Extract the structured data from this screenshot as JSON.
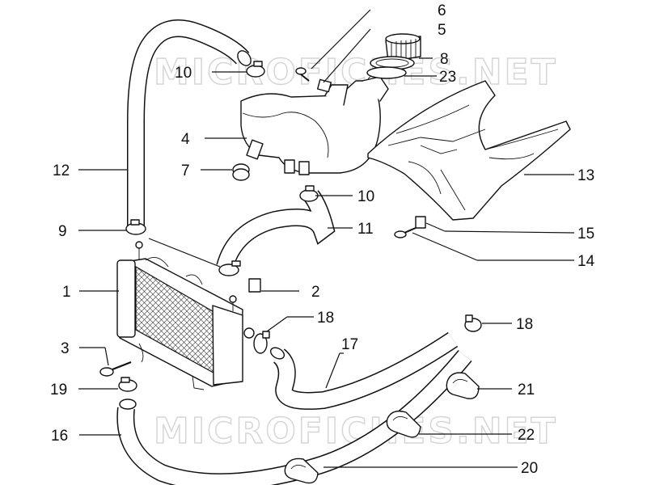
{
  "watermark": {
    "top": "MICROFICHES.NET",
    "bottom": "MICROFICHES.NET"
  },
  "callouts": [
    {
      "id": "1",
      "part": "radiator"
    },
    {
      "id": "2",
      "part": "clip"
    },
    {
      "id": "3",
      "part": "screw"
    },
    {
      "id": "4",
      "part": "expansion-tank"
    },
    {
      "id": "5",
      "part": "filler-cap"
    },
    {
      "id": "6",
      "part": "screw"
    },
    {
      "id": "7",
      "part": "grommet"
    },
    {
      "id": "8",
      "part": "cap"
    },
    {
      "id": "9",
      "part": "hose-clamp"
    },
    {
      "id": "10",
      "part": "hose-clamp"
    },
    {
      "id": "10",
      "part": "hose-clamp"
    },
    {
      "id": "11",
      "part": "hose"
    },
    {
      "id": "12",
      "part": "hose"
    },
    {
      "id": "13",
      "part": "cover"
    },
    {
      "id": "14",
      "part": "screw"
    },
    {
      "id": "15",
      "part": "clip"
    },
    {
      "id": "16",
      "part": "hose"
    },
    {
      "id": "17",
      "part": "hose"
    },
    {
      "id": "18",
      "part": "hose-clamp"
    },
    {
      "id": "18",
      "part": "hose-clamp"
    },
    {
      "id": "19",
      "part": "hose-clamp"
    },
    {
      "id": "20",
      "part": "hose-holder"
    },
    {
      "id": "21",
      "part": "hose-holder"
    },
    {
      "id": "22",
      "part": "hose-holder"
    },
    {
      "id": "23",
      "part": "gasket"
    }
  ]
}
